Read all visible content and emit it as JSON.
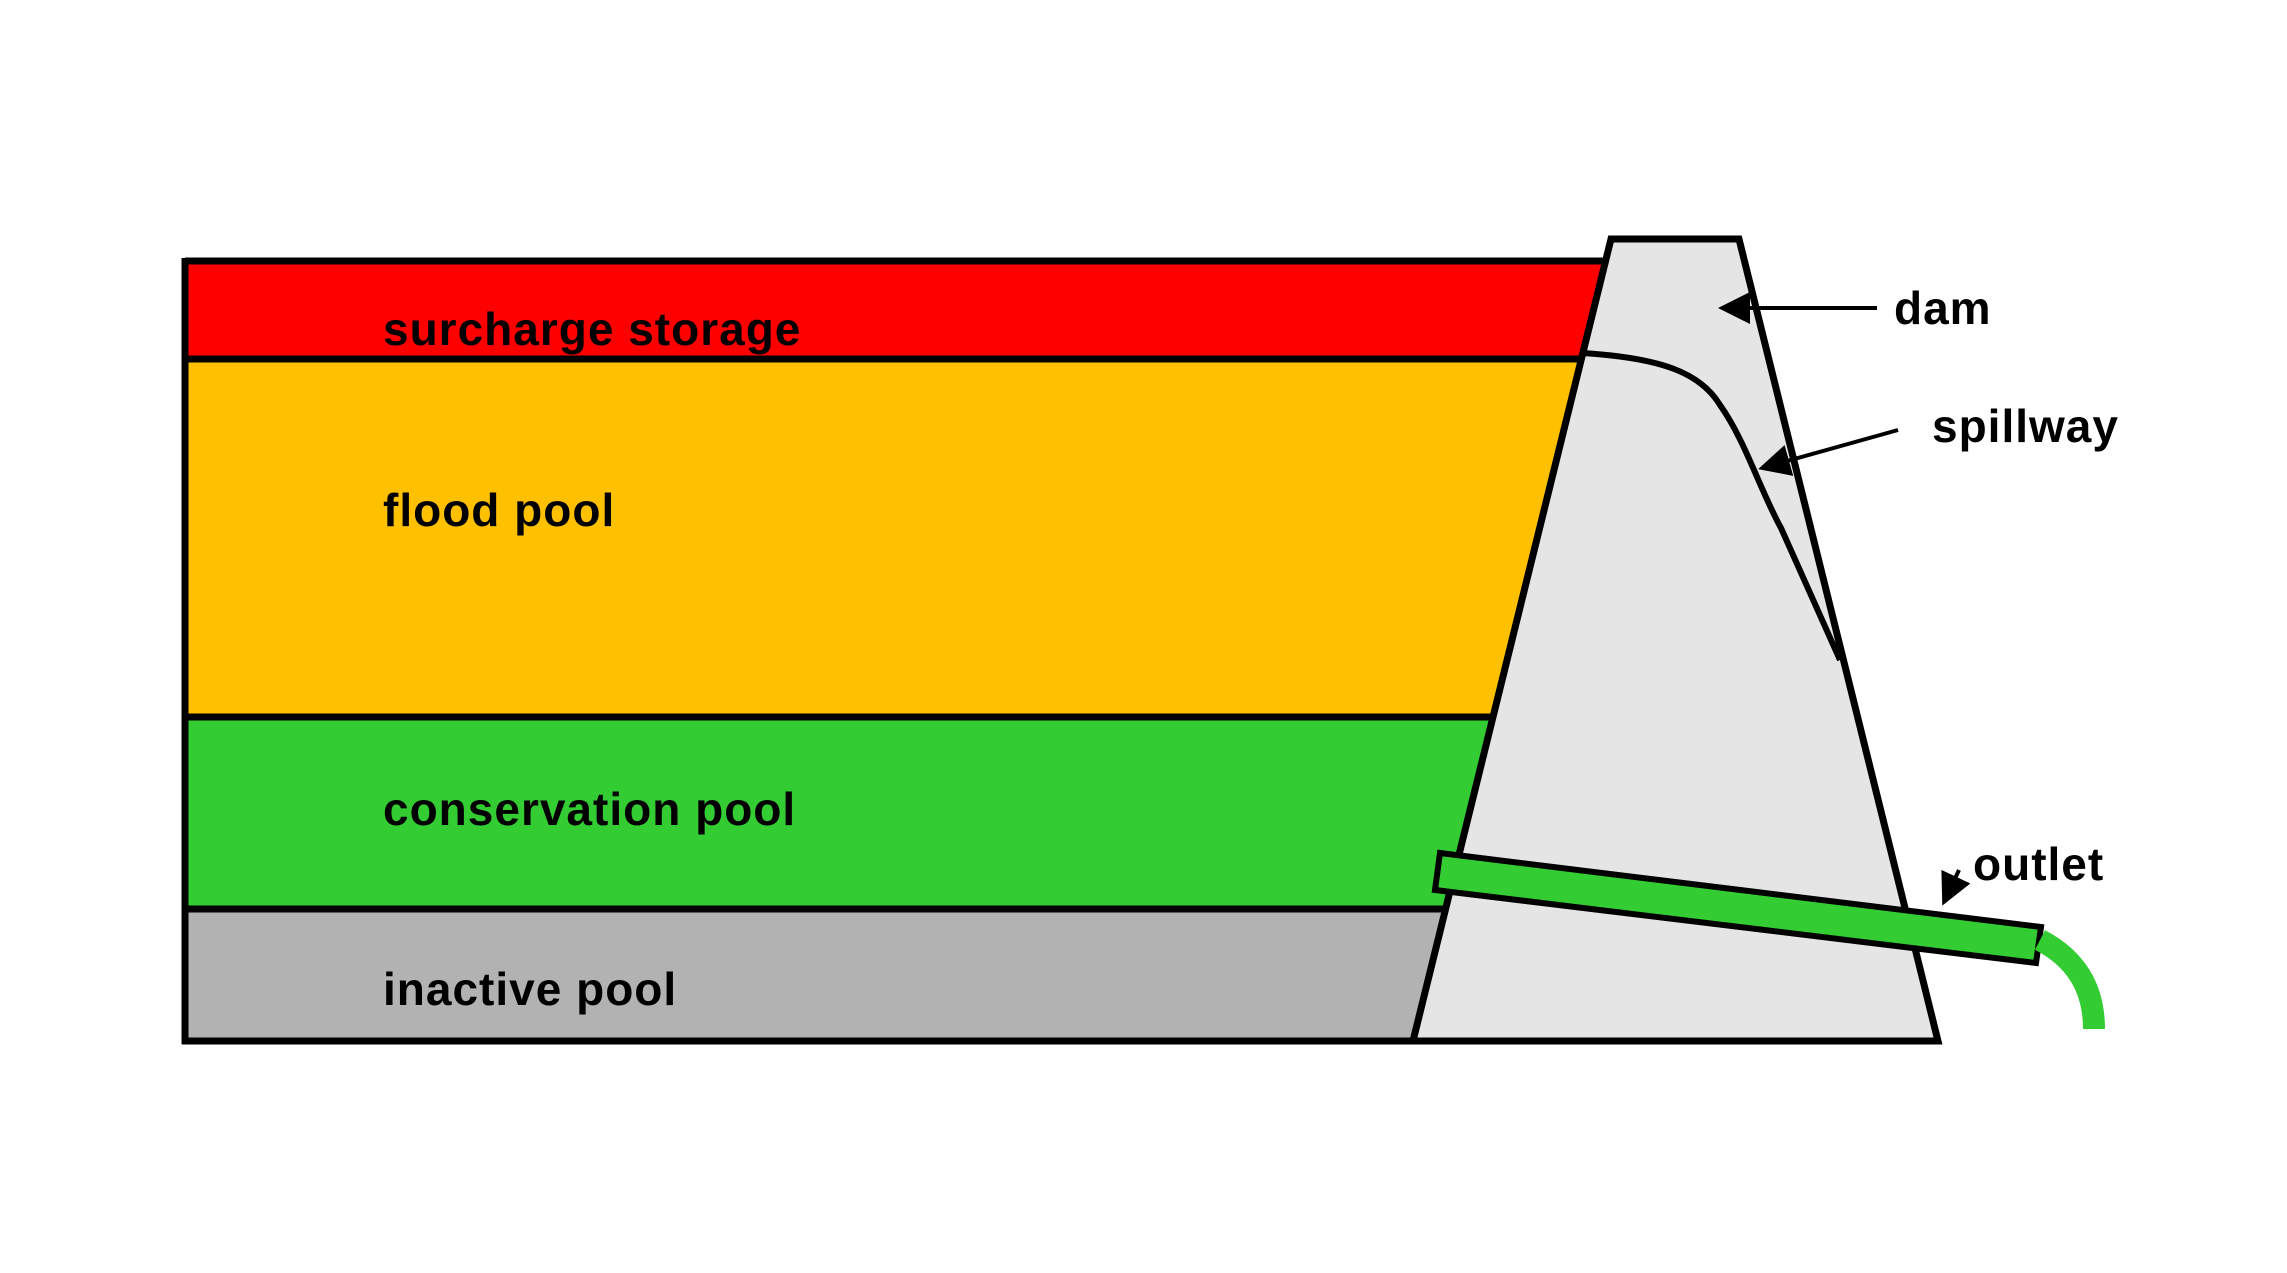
{
  "pools": [
    {
      "label": "surcharge storage",
      "color": "#ff0000"
    },
    {
      "label": "flood pool",
      "color": "#ffc000"
    },
    {
      "label": "conservation pool",
      "color": "#33cc33"
    },
    {
      "label": "inactive pool",
      "color": "#b2b2b2"
    }
  ],
  "dam": {
    "label": "dam",
    "color": "#e5e5e5"
  },
  "spillway": {
    "label": "spillway"
  },
  "outlet": {
    "label": "outlet",
    "color": "#33cc33"
  }
}
